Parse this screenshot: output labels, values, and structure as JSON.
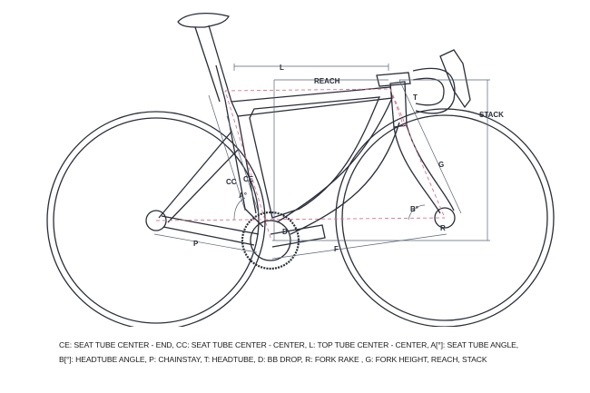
{
  "colors": {
    "frame": "#2a2e3a",
    "dashed": "#d9738a",
    "dimension": "#5a6478",
    "background": "#ffffff"
  },
  "labels": {
    "L": "L",
    "REACH": "REACH",
    "T": "T",
    "STACK": "STACK",
    "G": "G",
    "CC": "CC",
    "CE": "CE",
    "A": "A°",
    "B": "B°",
    "P": "P",
    "D": "D",
    "F": "F",
    "R": "R"
  },
  "caption": "CE: SEAT TUBE CENTER - END, CC: SEAT TUBE CENTER - CENTER, L: TOP TUBE CENTER - CENTER, A[°]: SEAT TUBE ANGLE, B[°]: HEADTUBE ANGLE, P: CHAINSTAY, T: HEADTUBE, D: BB DROP, R: FORK RAKE , G: FORK HEIGHT, REACH, STACK"
}
